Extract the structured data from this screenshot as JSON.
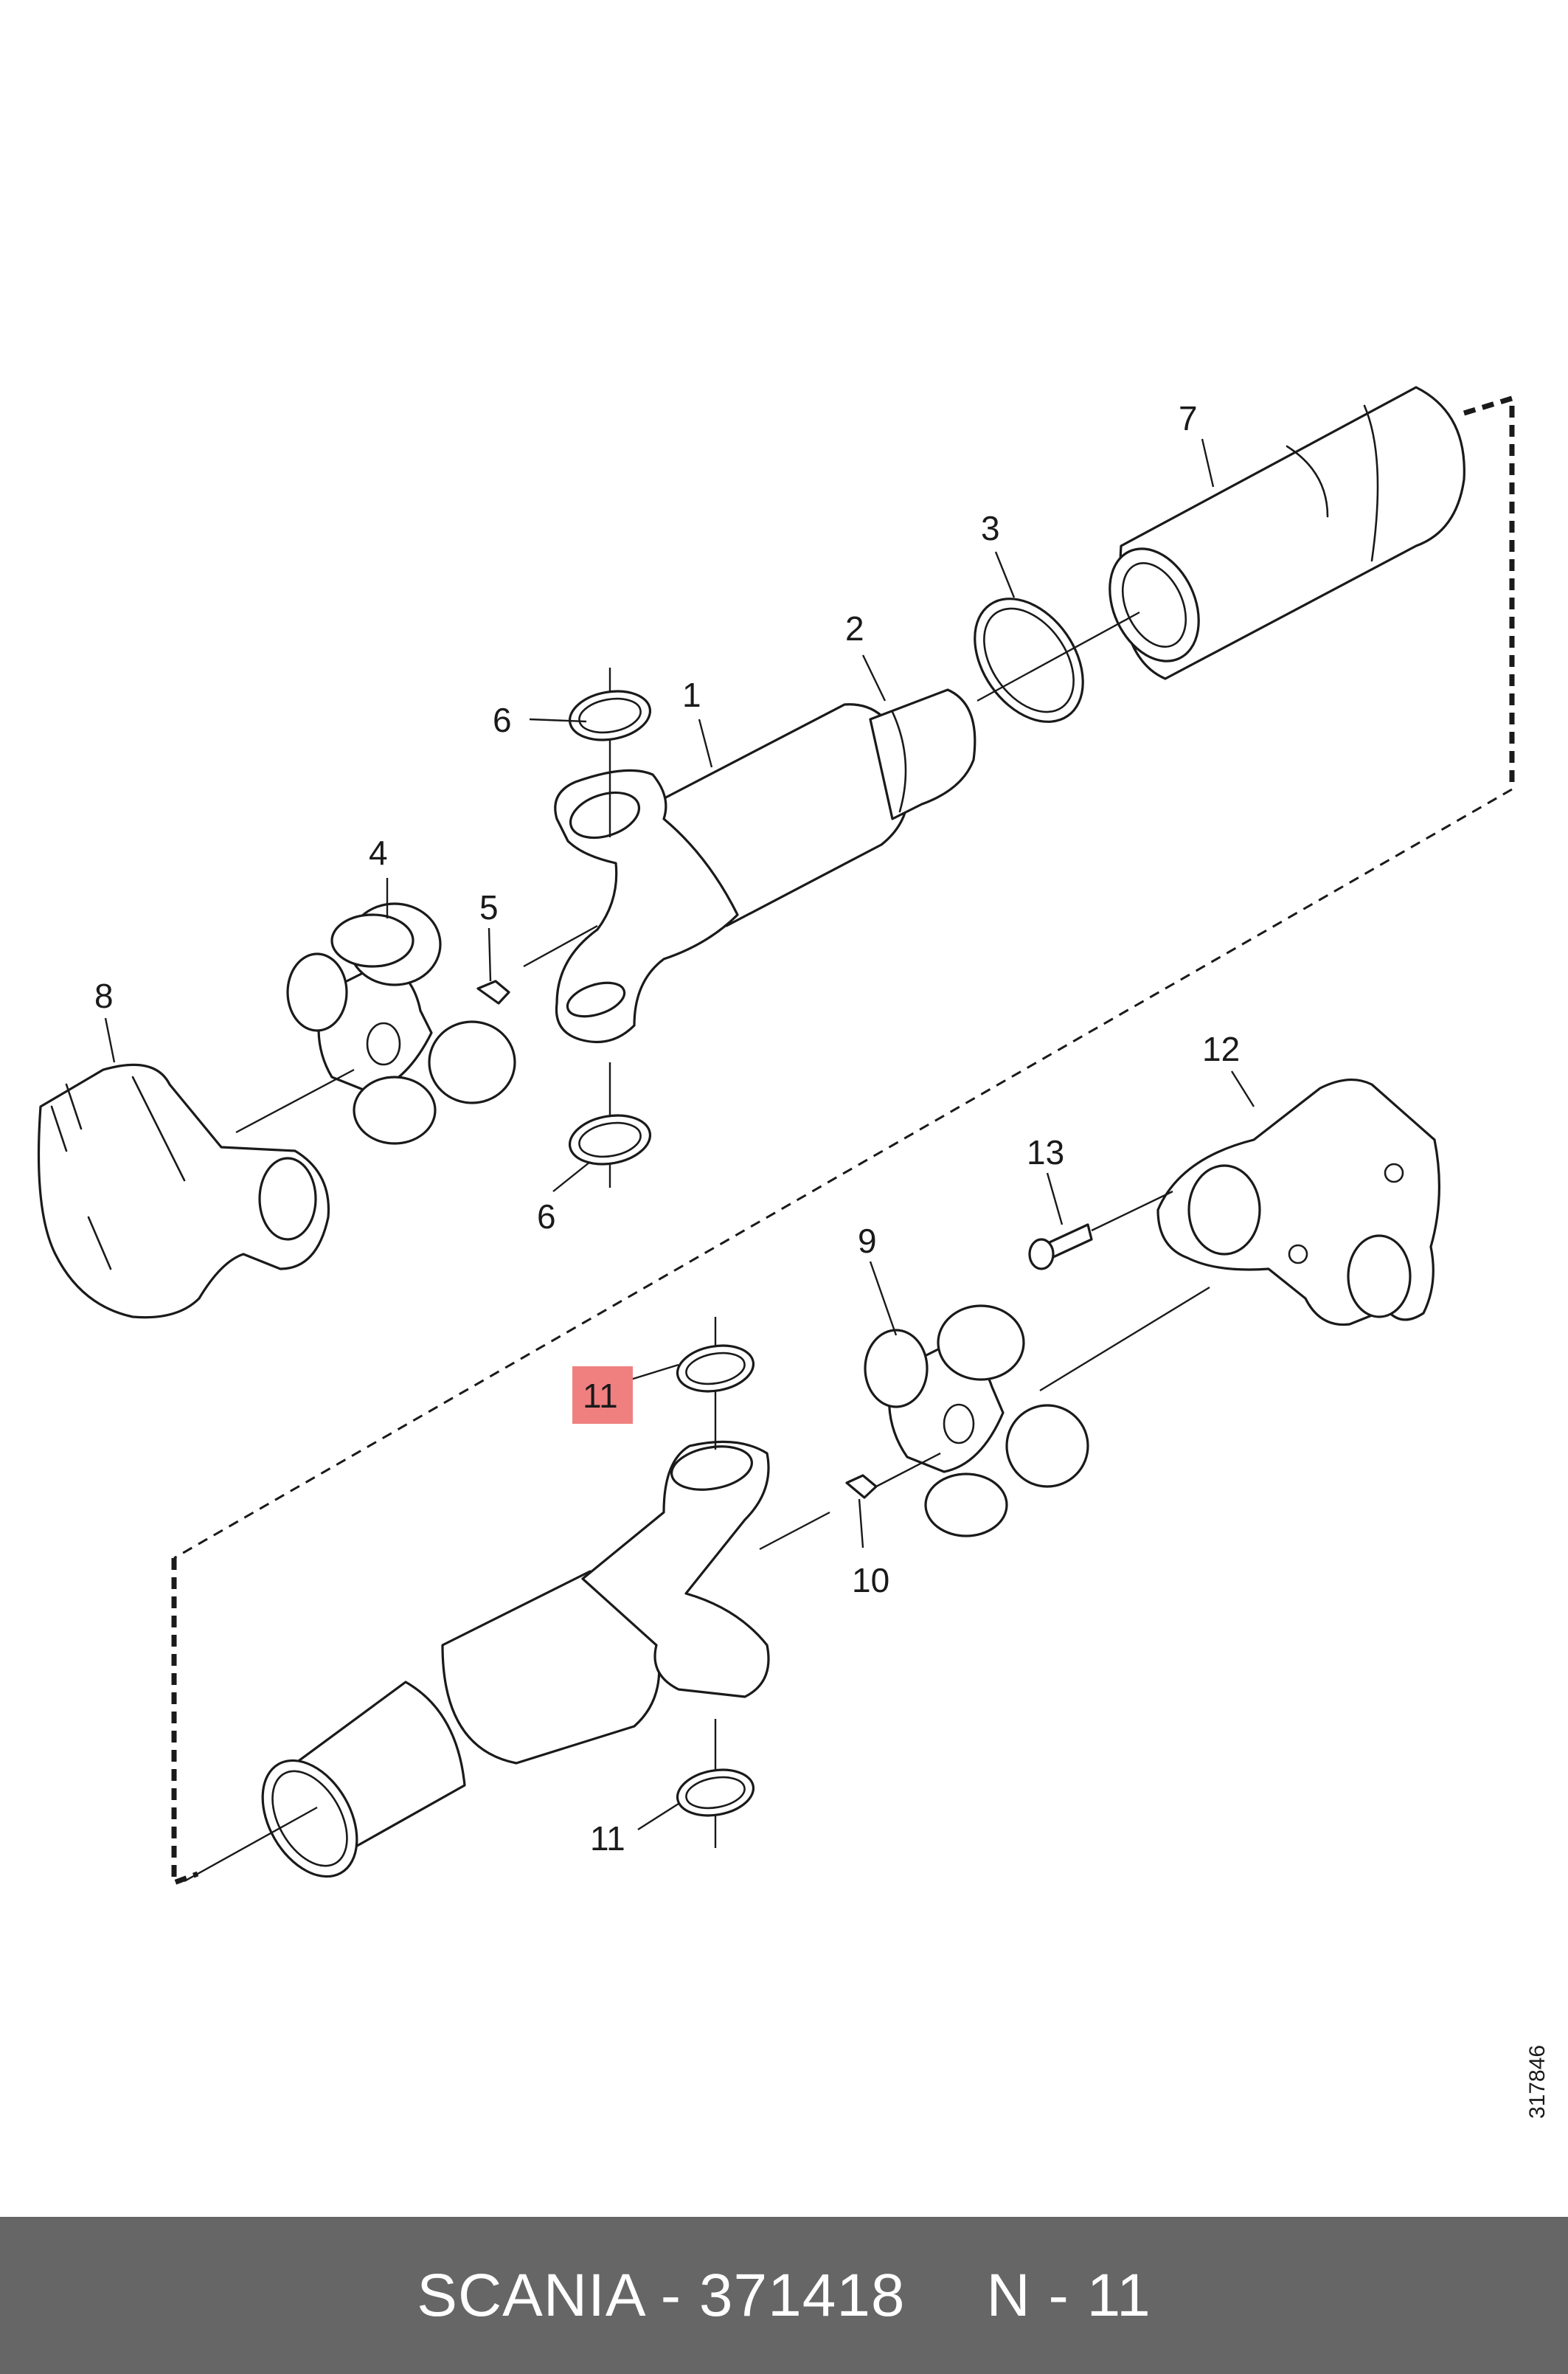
{
  "diagram": {
    "callouts": [
      "1",
      "2",
      "3",
      "4",
      "5",
      "6",
      "6",
      "7",
      "8",
      "9",
      "10",
      "11",
      "11",
      "12",
      "13"
    ],
    "highlighted_callout": "11",
    "highlight_color": "#f08080",
    "drawing_number": "317846"
  },
  "footer": {
    "part_text": "SCANIA - 371418",
    "position_text": "N - 11",
    "background": "#666666"
  }
}
